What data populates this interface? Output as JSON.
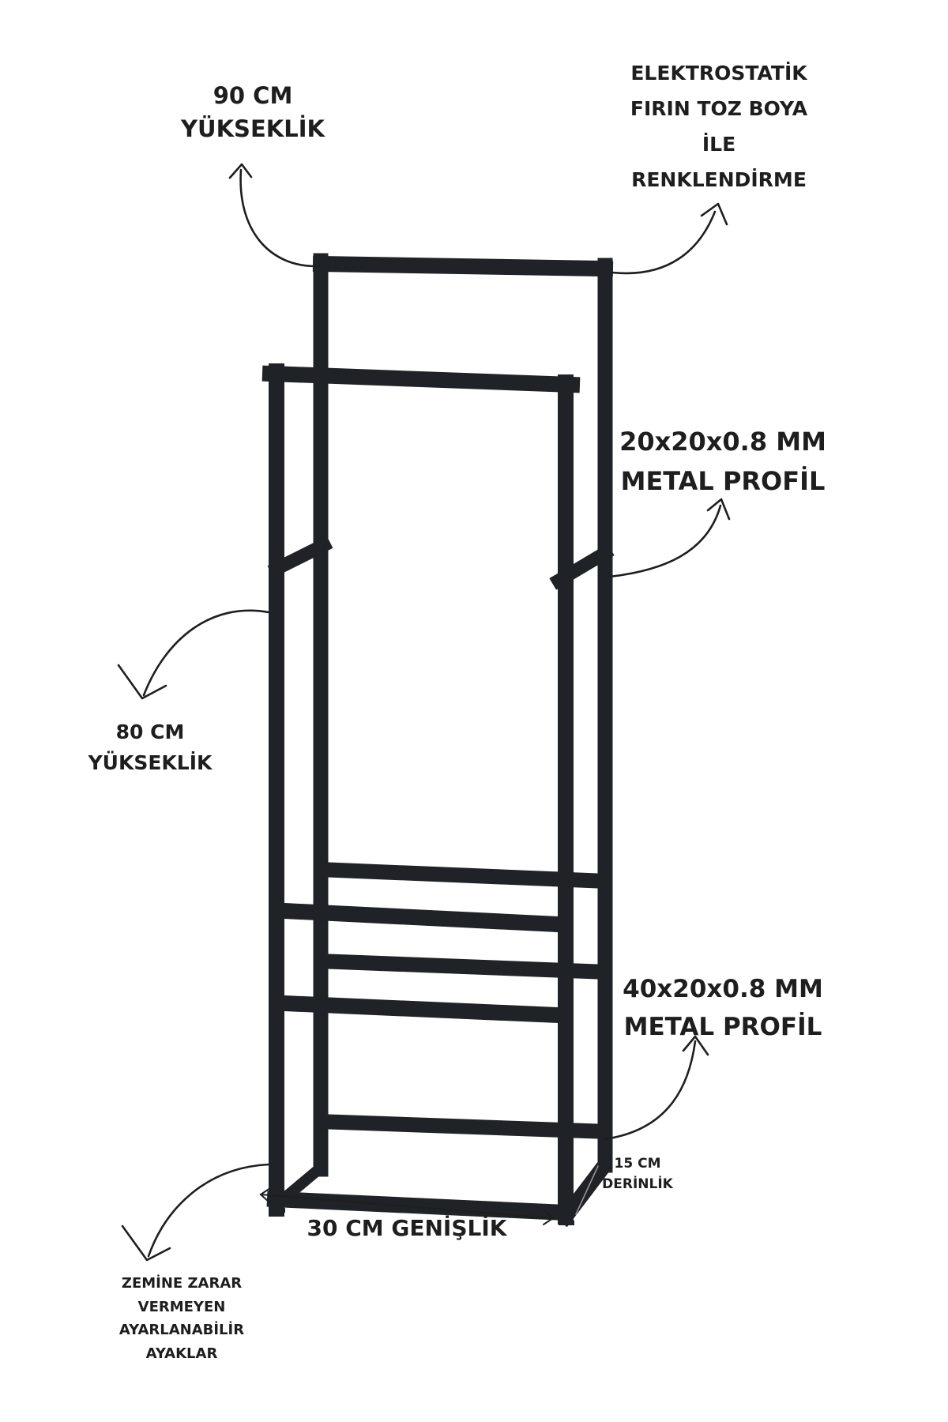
{
  "colors": {
    "frame": "#1f2226",
    "text": "#1e1e1e",
    "arrow": "#1e1e1e",
    "background": "#ffffff"
  },
  "labels": {
    "height_90": [
      "90 CM",
      "YÜKSEKLİK"
    ],
    "coating": [
      "ELEKTROSTATİK",
      "FIRIN TOZ BOYA",
      "İLE",
      "RENKLENDİRME"
    ],
    "profile_20x20": [
      "20x20x0.8 MM",
      "METAL PROFİL"
    ],
    "height_80": [
      "80 CM",
      "YÜKSEKLİK"
    ],
    "profile_40x20": [
      "40x20x0.8 MM",
      "METAL PROFİL"
    ],
    "depth_15": [
      "15 CM",
      "DERİNLİK"
    ],
    "width_30": [
      "30 CM GENİŞLİK"
    ],
    "feet": [
      "ZEMİNE ZARAR",
      "VERMEYEN",
      "AYARLANABİLİR",
      "AYAKLAR"
    ]
  },
  "icons": {
    "arrows": [
      "curved-arrow-icon"
    ],
    "dimension": [
      "double-arrow-icon",
      "depth-line-icon"
    ]
  }
}
